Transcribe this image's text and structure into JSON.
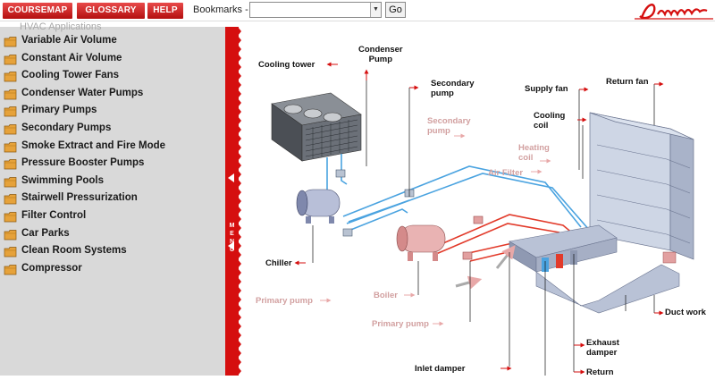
{
  "toolbar": {
    "coursemap": "COURSEMAP",
    "glossary": "GLOSSARY",
    "help": "HELP",
    "bookmarks_label": "Bookmarks -",
    "bookmarks_value": "",
    "go": "Go"
  },
  "sidebar": {
    "faded_header": "HVAC Applications",
    "items": [
      {
        "label": "Variable Air Volume"
      },
      {
        "label": "Constant Air Volume"
      },
      {
        "label": "Cooling Tower Fans"
      },
      {
        "label": "Condenser Water Pumps"
      },
      {
        "label": "Primary Pumps"
      },
      {
        "label": "Secondary Pumps"
      },
      {
        "label": "Smoke Extract and Fire Mode"
      },
      {
        "label": "Pressure Booster Pumps"
      },
      {
        "label": "Swimming Pools"
      },
      {
        "label": "Stairwell Pressurization"
      },
      {
        "label": "Filter Control"
      },
      {
        "label": "Car Parks"
      },
      {
        "label": "Clean Room Systems"
      },
      {
        "label": "Compressor"
      }
    ]
  },
  "menu": {
    "label": "MENU"
  },
  "diagram": {
    "labels": {
      "cooling_tower": "Cooling tower",
      "condenser_pump": "Condenser\nPump",
      "secondary_pump": "Secondary\npump",
      "secondary_pump_faint": "Secondary\npump",
      "supply_fan": "Supply fan",
      "return_fan": "Return fan",
      "cooling_coil": "Cooling\ncoil",
      "heating_coil": "Heating\ncoil",
      "air_filter": "Air Filter",
      "chiller": "Chiller",
      "primary_pump_faint": "Primary pump",
      "boiler": "Boiler",
      "primary_pump": "Primary pump",
      "duct_work": "Duct work",
      "exhaust_damper": "Exhaust\ndamper",
      "inlet_damper": "Inlet damper",
      "return": "Return"
    }
  },
  "colors": {
    "brand_red": "#d50f0f",
    "sidebar_bg": "#d9d9d9",
    "cold_pipe": "#4aa3e0",
    "hot_pipe": "#e23a2a"
  }
}
